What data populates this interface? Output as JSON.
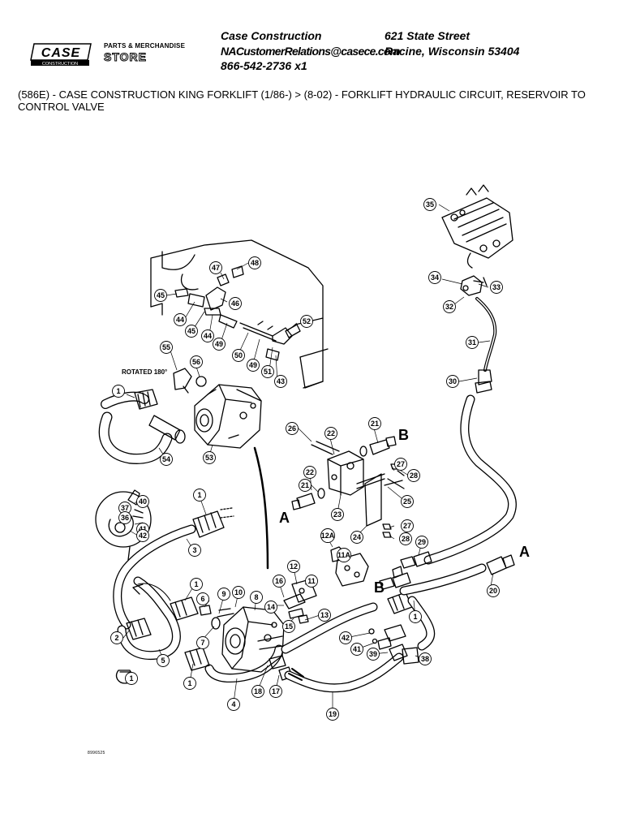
{
  "header": {
    "logo": "CASE",
    "logo_sub": "CONSTRUCTION",
    "store_line1": "PARTS & MERCHANDISE",
    "store_line2": "STORE",
    "company": "Case Construction",
    "email": "NACustomerRelations@casece.com",
    "phone": "866-542-2736 x1",
    "street": "621 State Street",
    "city": "Racine, Wisconsin 53404"
  },
  "breadcrumb": "(586E) - CASE CONSTRUCTION KING FORKLIFT (1/86-) > (8-02) - FORKLIFT HYDRAULIC CIRCUIT, RESERVOIR TO CONTROL VALVE",
  "diagram": {
    "rotated_label": "ROTATED 180°",
    "ref_code": "8996525",
    "port_labels": [
      "A",
      "B",
      "A",
      "B"
    ],
    "callouts": [
      "35",
      "34",
      "33",
      "32",
      "31",
      "30",
      "47",
      "48",
      "45",
      "46",
      "44",
      "45",
      "44",
      "49",
      "52",
      "50",
      "49",
      "51",
      "43",
      "55",
      "56",
      "1",
      "54",
      "53",
      "26",
      "22",
      "21",
      "22",
      "21",
      "23",
      "27",
      "28",
      "25",
      "24",
      "27",
      "28",
      "12A",
      "11A",
      "29",
      "20",
      "40",
      "37",
      "36",
      "41",
      "42",
      "1",
      "3",
      "1",
      "2",
      "1",
      "1",
      "5",
      "9",
      "10",
      "6",
      "7",
      "8",
      "16",
      "12",
      "11",
      "14",
      "13",
      "15",
      "1",
      "42",
      "41",
      "39",
      "38",
      "4",
      "18",
      "17",
      "19"
    ]
  }
}
